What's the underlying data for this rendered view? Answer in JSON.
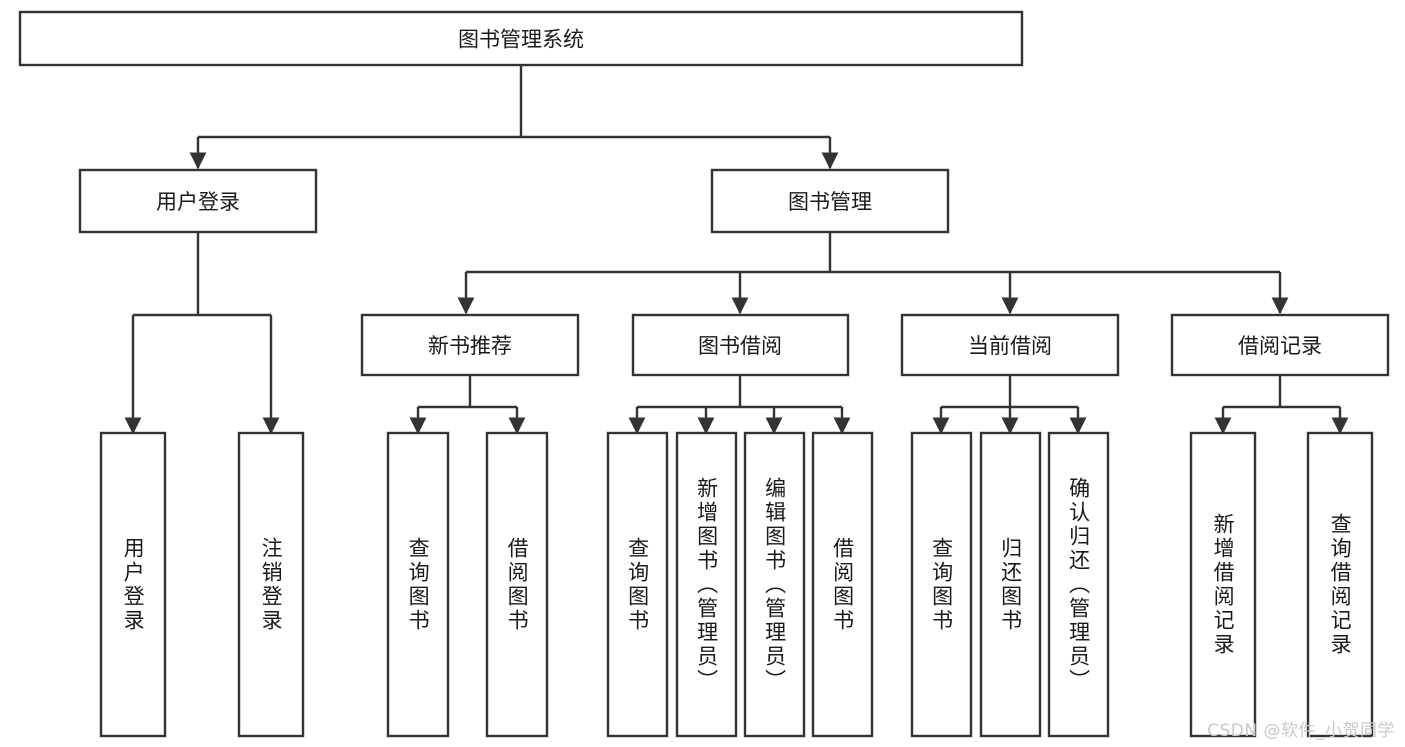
{
  "diagram": {
    "type": "tree-hierarchy-chart",
    "title_node": {
      "label": "图书管理系统"
    },
    "colors": {
      "stroke": "#333333",
      "fill": "#ffffff",
      "text": "#1a1a1a",
      "watermark": "#c9c9c9"
    },
    "level2": [
      {
        "id": "user-login",
        "label": "用户登录"
      },
      {
        "id": "book-management",
        "label": "图书管理"
      }
    ],
    "level3": [
      {
        "id": "new-book-recommend",
        "label": "新书推荐",
        "parent": "book-management"
      },
      {
        "id": "book-borrow",
        "label": "图书借阅",
        "parent": "book-management"
      },
      {
        "id": "current-borrow",
        "label": "当前借阅",
        "parent": "book-management"
      },
      {
        "id": "borrow-record",
        "label": "借阅记录",
        "parent": "book-management"
      }
    ],
    "leaves": {
      "user-login": [
        {
          "id": "leaf-user-login",
          "label": "用户登录"
        },
        {
          "id": "leaf-logout-login",
          "label": "注销登录"
        }
      ],
      "new-book-recommend": [
        {
          "id": "leaf-query-books-1",
          "label": "查询图书"
        },
        {
          "id": "leaf-borrow-books-1",
          "label": "借阅图书"
        }
      ],
      "book-borrow": [
        {
          "id": "leaf-query-books-2",
          "label": "查询图书"
        },
        {
          "id": "leaf-add-book-admin",
          "label": "新增图书（管理员）"
        },
        {
          "id": "leaf-edit-book-admin",
          "label": "编辑图书（管理员）"
        },
        {
          "id": "leaf-borrow-books-2",
          "label": "借阅图书"
        }
      ],
      "current-borrow": [
        {
          "id": "leaf-query-books-3",
          "label": "查询图书"
        },
        {
          "id": "leaf-return-books",
          "label": "归还图书"
        },
        {
          "id": "leaf-confirm-return-admin",
          "label": "确认归还（管理员）"
        }
      ],
      "borrow-record": [
        {
          "id": "leaf-add-borrow-record",
          "label": "新增借阅记录"
        },
        {
          "id": "leaf-query-borrow-record",
          "label": "查询借阅记录"
        }
      ]
    }
  },
  "watermark": {
    "text": "CSDN @软件_小贺同学"
  }
}
